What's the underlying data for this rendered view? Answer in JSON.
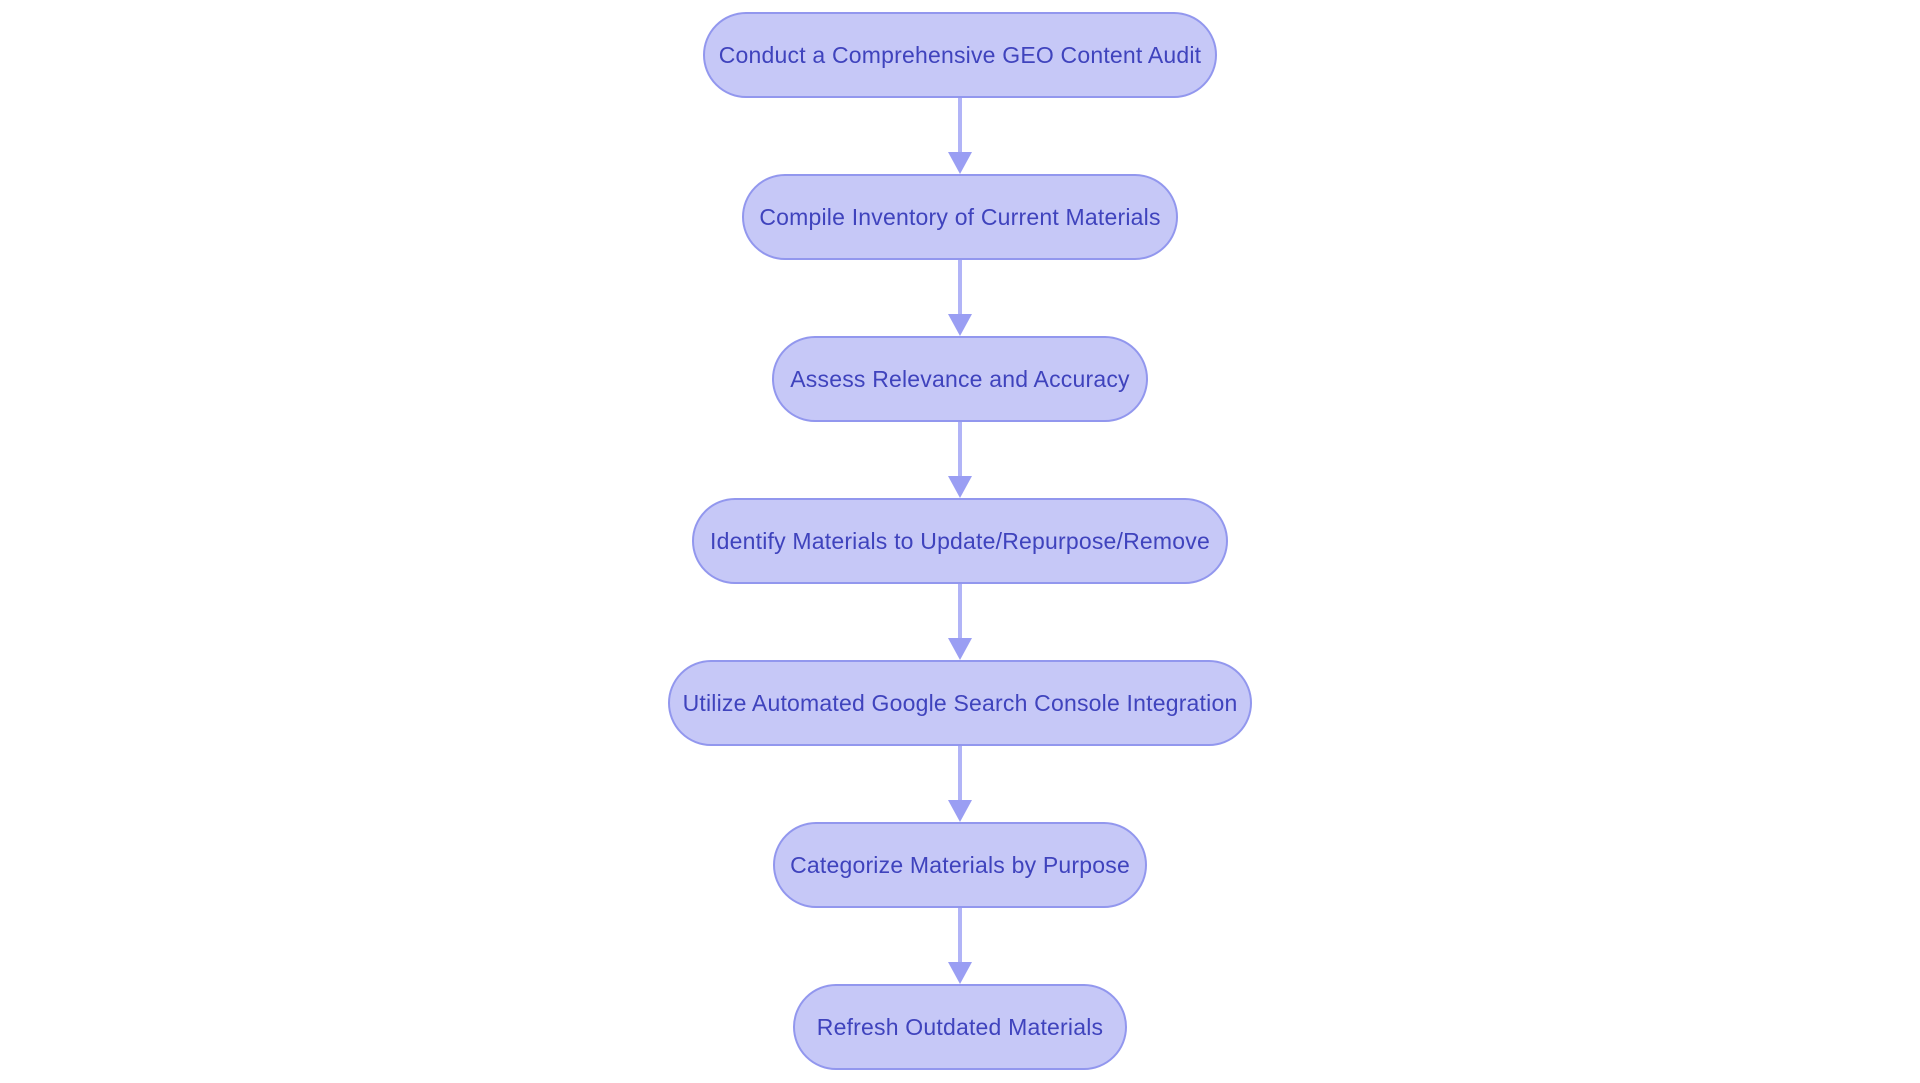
{
  "diagram": {
    "type": "flowchart",
    "direction": "top-down",
    "background_color": "#ffffff",
    "node_fill_color": "#c6c8f7",
    "node_border_color": "#9297ee",
    "node_text_color": "#3f43bd",
    "arrow_color": "#9a9ef3",
    "nodes": [
      {
        "id": "audit",
        "label": "Conduct a Comprehensive GEO Content Audit"
      },
      {
        "id": "inventory",
        "label": "Compile Inventory of Current Materials"
      },
      {
        "id": "assess",
        "label": "Assess Relevance and Accuracy"
      },
      {
        "id": "identify",
        "label": "Identify Materials to Update/Repurpose/Remove"
      },
      {
        "id": "gsc",
        "label": "Utilize Automated Google Search Console Integration"
      },
      {
        "id": "categorize",
        "label": "Categorize Materials by Purpose"
      },
      {
        "id": "refresh",
        "label": "Refresh Outdated Materials"
      }
    ],
    "edges": [
      {
        "from": "audit",
        "to": "inventory"
      },
      {
        "from": "inventory",
        "to": "assess"
      },
      {
        "from": "assess",
        "to": "identify"
      },
      {
        "from": "identify",
        "to": "gsc"
      },
      {
        "from": "gsc",
        "to": "categorize"
      },
      {
        "from": "categorize",
        "to": "refresh"
      }
    ]
  }
}
